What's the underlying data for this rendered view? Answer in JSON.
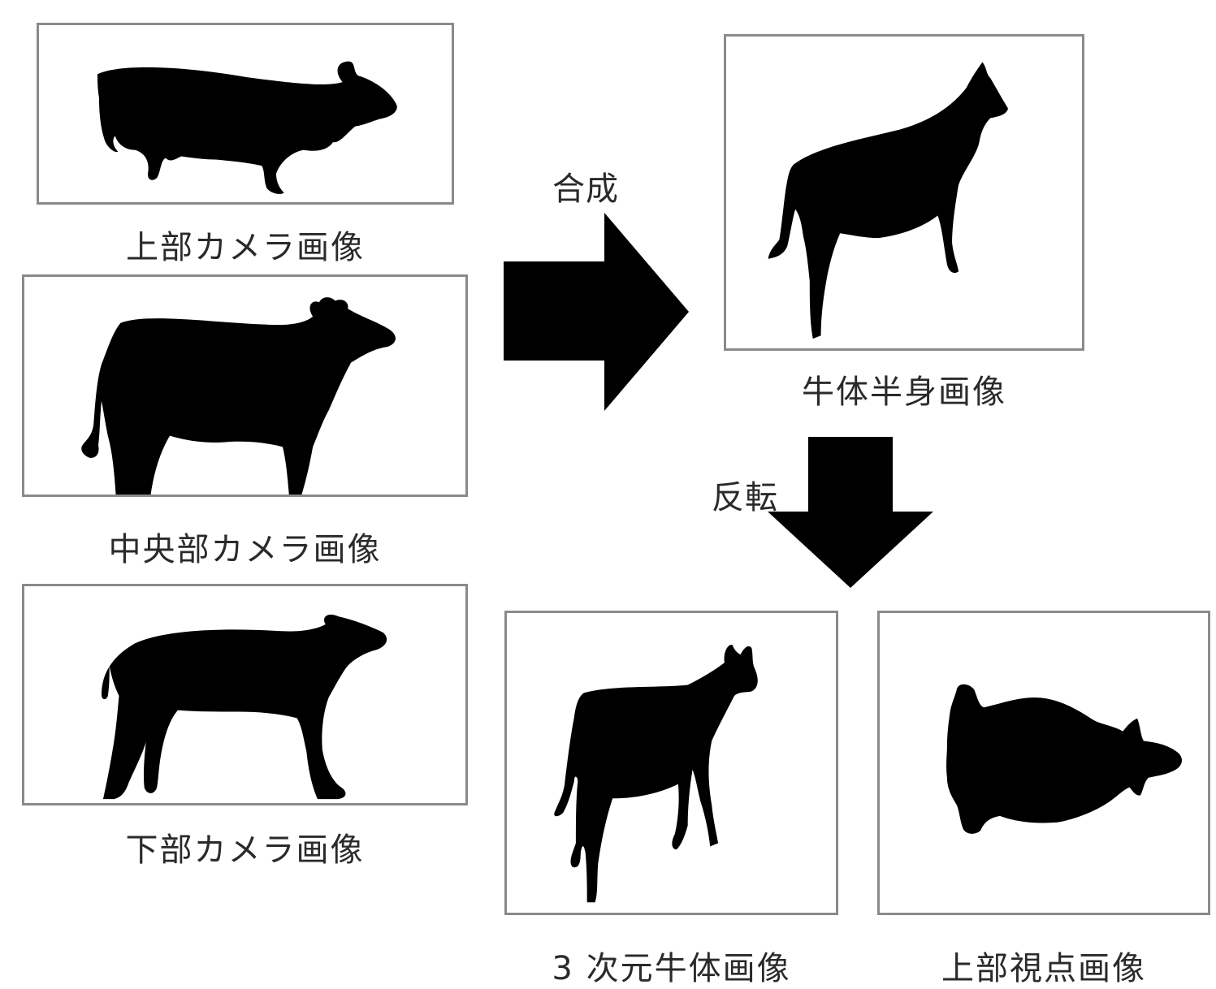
{
  "panels": {
    "top_camera": {
      "caption": "上部カメラ画像",
      "icon": "cow-silhouette-side"
    },
    "middle_camera": {
      "caption": "中央部カメラ画像",
      "icon": "cow-silhouette-side"
    },
    "bottom_camera": {
      "caption": "下部カメラ画像",
      "icon": "cow-silhouette-side"
    },
    "half_body": {
      "caption": "牛体半身画像",
      "icon": "cow-silhouette-angled"
    },
    "three_d": {
      "caption": "3 次元牛体画像",
      "icon": "cow-silhouette-front-angled"
    },
    "top_view": {
      "caption": "上部視点画像",
      "icon": "cow-silhouette-top"
    }
  },
  "operations": {
    "combine": {
      "label": "合成",
      "icon": "right-arrow"
    },
    "flip": {
      "label": "反転",
      "icon": "down-arrow"
    }
  },
  "colors": {
    "silhouette": "#000000",
    "frame": "#8a8a8a",
    "background": "#ffffff"
  }
}
